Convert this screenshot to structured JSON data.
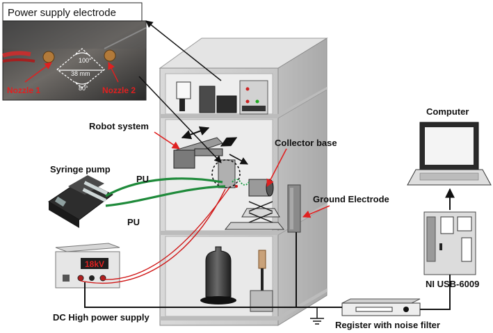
{
  "inset": {
    "title": "Power supply electrode",
    "angle_top": "100°",
    "distance": "38 mm",
    "angle_bottom": "80°",
    "nozzle_left": "Nozzle 1",
    "nozzle_right": "Nozzle 2"
  },
  "labels": {
    "robot_system": "Robot system",
    "collector_base": "Collector base",
    "syringe_pump": "Syringe pump",
    "tube_upper": "PU",
    "tube_lower": "PU",
    "ground_electrode": "Ground Electrode",
    "computer": "Computer",
    "ni_daq": "NI USB-6009",
    "dc_supply": "DC High power supply",
    "supply_display": "18kV",
    "register": "Register with noise filter"
  },
  "colors": {
    "annotation_red": "#e02020",
    "tube_green": "#1e8a3a",
    "wire_red": "#d01818",
    "wire_black": "#111111"
  }
}
